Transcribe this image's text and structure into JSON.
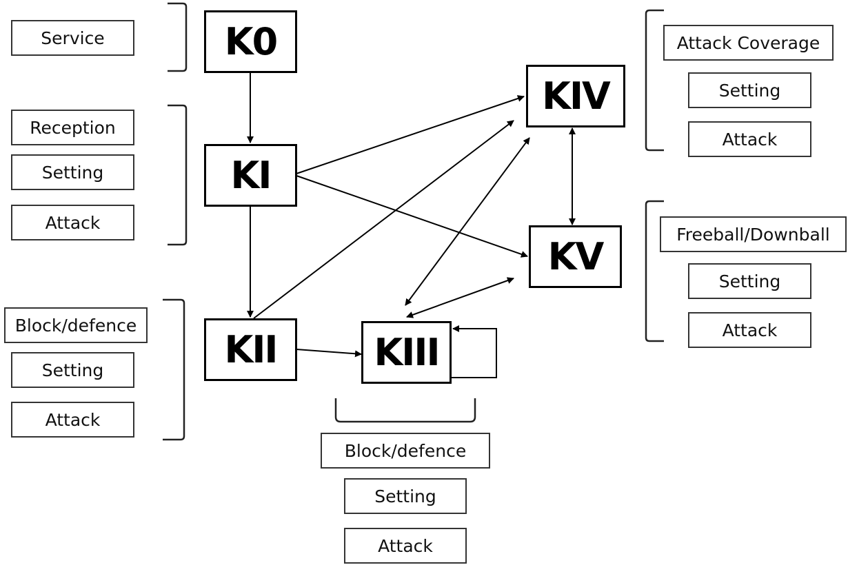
{
  "complexes": {
    "k0": "K0",
    "k1": "KI",
    "k2": "KII",
    "k3": "KIII",
    "k4": "KIV",
    "k5": "KV"
  },
  "actions": {
    "k0": [
      "Service"
    ],
    "k1": [
      "Reception",
      "Setting",
      "Attack"
    ],
    "k2": [
      "Block/defence",
      "Setting",
      "Attack"
    ],
    "k3": [
      "Block/defence",
      "Setting",
      "Attack"
    ],
    "k4": [
      "Attack Coverage",
      "Setting",
      "Attack"
    ],
    "k5": [
      "Freeball/Downball",
      "Setting",
      "Attack"
    ]
  }
}
